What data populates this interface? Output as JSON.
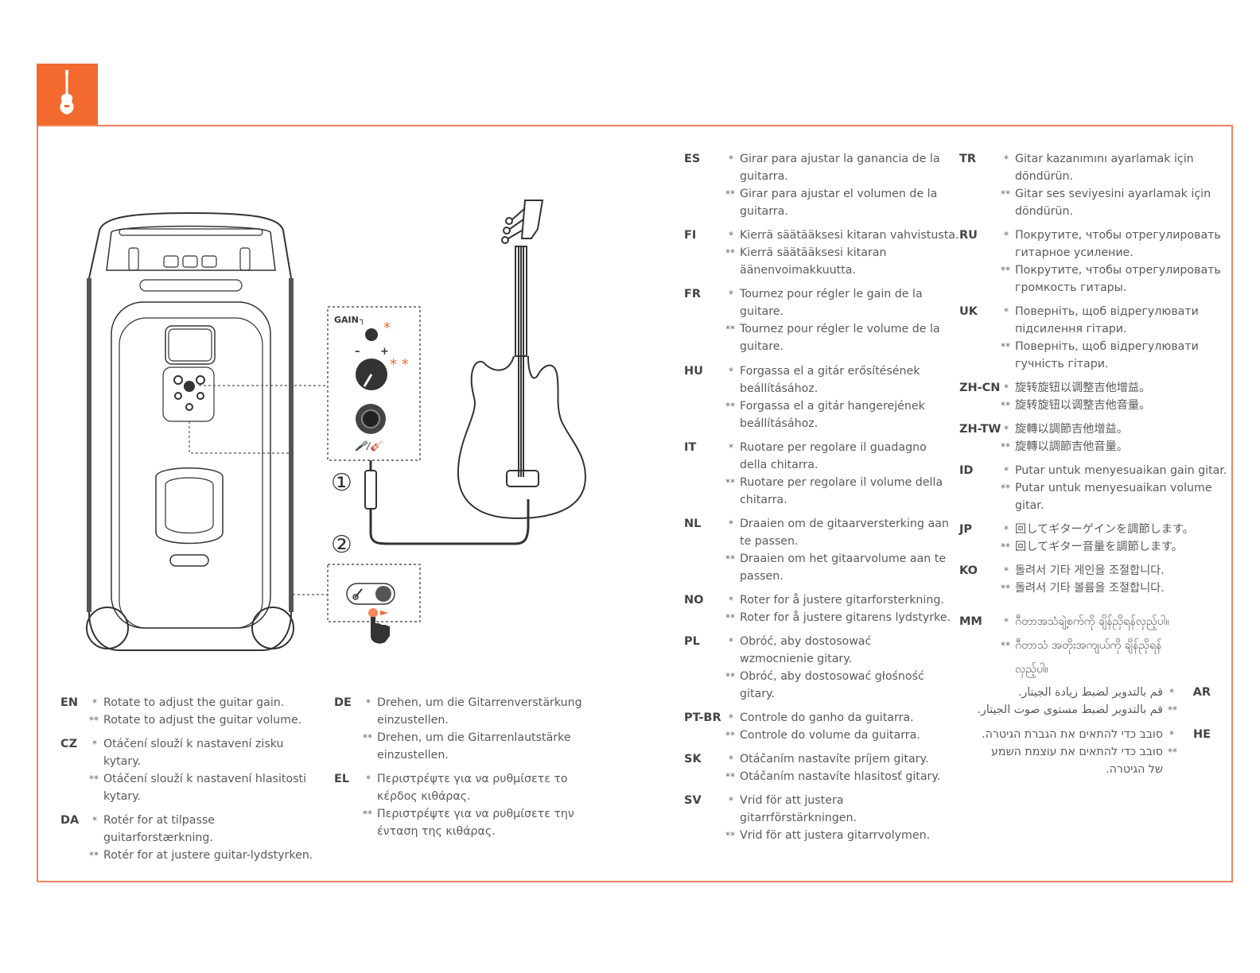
{
  "header": {
    "icon": "guitar-icon",
    "accent_color": "#f26a2e"
  },
  "diagram": {
    "gain_label": "GAIN",
    "minus": "–",
    "plus": "+",
    "step1": "①",
    "step2": "②",
    "mark_single": "*",
    "mark_double": "* *",
    "input_icons": "mic / guitar"
  },
  "languages": {
    "EN": {
      "code": "EN",
      "l1": "Rotate to adjust the guitar gain.",
      "l2": "Rotate to adjust the guitar volume."
    },
    "CZ": {
      "code": "CZ",
      "l1": "Otáčení slouží k nastavení zisku",
      "l1b": "kytary.",
      "l2": "Otáčení slouží k nastavení hlasitosti",
      "l2b": "kytary."
    },
    "DA": {
      "code": "DA",
      "l1": "Rotér for at tilpasse",
      "l1b": "guitarforstærkning.",
      "l2": "Rotér for at justere guitar-lydstyrken."
    },
    "DE": {
      "code": "DE",
      "l1": "Drehen, um die Gitarrenverstärkung",
      "l1b": "einzustellen.",
      "l2": "Drehen, um die Gitarrenlautstärke",
      "l2b": "einzustellen."
    },
    "EL": {
      "code": "EL",
      "l1": "Περιστρέψτε για να ρυθμίσετε το",
      "l1b": "κέρδος κιθάρας.",
      "l2": "Περιστρέψτε για να ρυθμίσετε την",
      "l2b": "ένταση της κιθάρας."
    },
    "ES": {
      "code": "ES",
      "l1": "Girar para ajustar la ganancia de la",
      "l1b": "guitarra.",
      "l2": "Girar para ajustar el volumen de la",
      "l2b": "guitarra."
    },
    "FI": {
      "code": "FI",
      "l1": "Kierrä säätääksesi kitaran vahvistusta.",
      "l2": "Kierrä säätääksesi kitaran",
      "l2b": "äänenvoimakkuutta."
    },
    "FR": {
      "code": "FR",
      "l1": "Tournez pour régler le gain de la",
      "l1b": "guitare.",
      "l2": "Tournez pour régler le volume de la",
      "l2b": "guitare."
    },
    "HU": {
      "code": "HU",
      "l1": "Forgassa el a gitár erősítésének",
      "l1b": "beállításához.",
      "l2": "Forgassa el a gitár hangerejének",
      "l2b": "beállításához."
    },
    "IT": {
      "code": "IT",
      "l1": "Ruotare per regolare il guadagno",
      "l1b": "della chitarra.",
      "l2": "Ruotare per regolare il volume della",
      "l2b": "chitarra."
    },
    "NL": {
      "code": "NL",
      "l1": "Draaien om de gitaarversterking aan",
      "l1b": "te passen.",
      "l2": "Draaien om het gitaarvolume aan te",
      "l2b": "passen."
    },
    "NO": {
      "code": "NO",
      "l1": "Roter for å justere gitarforsterkning.",
      "l2": "Roter for å justere gitarens lydstyrke."
    },
    "PL": {
      "code": "PL",
      "l1": "Obróć, aby dostosować",
      "l1b": "wzmocnienie gitary.",
      "l2": "Obróć, aby dostosować głośność",
      "l2b": "gitary."
    },
    "PTBR": {
      "code": "PT-BR",
      "l1": "Controle do ganho da guitarra.",
      "l2": "Controle do volume da guitarra."
    },
    "SK": {
      "code": "SK",
      "l1": "Otáčaním nastavíte príjem gitary.",
      "l2": "Otáčaním nastavíte hlasitosť gitary."
    },
    "SV": {
      "code": "SV",
      "l1": "Vrid för att justera",
      "l1b": "gitarrförstärkningen.",
      "l2": "Vrid för att justera gitarrvolymen."
    },
    "TR": {
      "code": "TR",
      "l1": "Gitar kazanımını ayarlamak için",
      "l1b": "döndürün.",
      "l2": "Gitar ses seviyesini ayarlamak için",
      "l2b": "döndürün."
    },
    "RU": {
      "code": "RU",
      "l1": "Покрутите, чтобы отрегулировать",
      "l1b": "гитарное усиление.",
      "l2": "Покрутите, чтобы отрегулировать",
      "l2b": "громкость гитары."
    },
    "UK": {
      "code": "UK",
      "l1": "Поверніть, щоб відрегулювати",
      "l1b": "підсилення гітари.",
      "l2": "Поверніть, щоб відрегулювати",
      "l2b": "гучність гітари."
    },
    "ZHCN": {
      "code": "ZH-CN",
      "l1": "旋转旋钮以调整吉他增益。",
      "l2": "旋转旋钮以调整吉他音量。"
    },
    "ZHTW": {
      "code": "ZH-TW",
      "l1": "旋轉以調節吉他增益。",
      "l2": "旋轉以調節吉他音量。"
    },
    "ID": {
      "code": "ID",
      "l1": "Putar untuk menyesuaikan gain gitar.",
      "l2": "Putar untuk menyesuaikan volume",
      "l2b": "gitar."
    },
    "JP": {
      "code": "JP",
      "l1": "回してギターゲインを調節します。",
      "l2": "回してギター音量を調節します。"
    },
    "KO": {
      "code": "KO",
      "l1": "돌려서 기타 게인을 조절합니다.",
      "l2": "돌려서 기타 볼륨을 조절합니다."
    },
    "MM": {
      "code": "MM",
      "l1": "ဂီတာအသံချဲ့စက်ကို ချိန်ညှိရန်လှည့်ပါ။",
      "l2": "ဂီတာသံ အတိုးအကျယ်ကို ချိန်ညှိရန်",
      "l2b": "လှည့်ပါ။"
    },
    "AR": {
      "code": "AR",
      "l1": "قم بالتدوير لضبط زيادة الجيتار.",
      "l2": "قم بالتدوير لضبط مستوى صوت الجيتار."
    },
    "HE": {
      "code": "HE",
      "l1": "סובב כדי להתאים את הגברת הגיטרה.",
      "l2": "סובב כדי להתאים את עוצמת השמע",
      "l2b": "של הגיטרה."
    }
  }
}
